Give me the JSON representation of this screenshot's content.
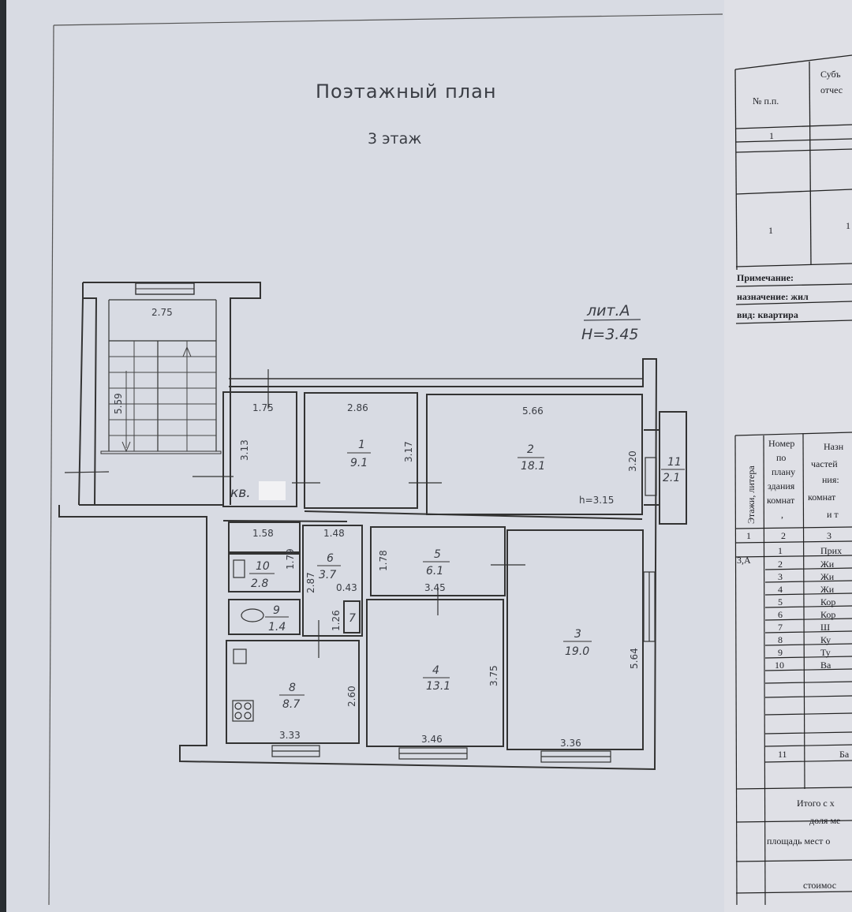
{
  "plan": {
    "title": "Поэтажный план",
    "floor": "3 этаж",
    "litera": "лит.А",
    "height": "Н=3.45",
    "apartment_label": "кв.",
    "room_height_note": "h=3.15"
  },
  "dimensions": {
    "stair_width": "2.75",
    "stair_length": "5.59",
    "hall_w": "1.75",
    "hall_h": "3.13",
    "r1_w": "2.86",
    "r1_h": "3.17",
    "r2_w": "5.66",
    "r2_h": "3.20",
    "store_w": "1.58",
    "store_h": "1.79",
    "corr_w": "1.48",
    "corr_h": "2.87",
    "corr_small": "0.43",
    "r5_h": "1.78",
    "r5_w": "3.45",
    "wc_h": "1.26",
    "r4_h": "3.75",
    "r3_h": "5.64",
    "r8_h": "2.60",
    "r8_w": "3.33",
    "r4_w": "3.46",
    "r3_w": "3.36"
  },
  "rooms": {
    "r1": {
      "num": "1",
      "area": "9.1"
    },
    "r2": {
      "num": "2",
      "area": "18.1"
    },
    "r3": {
      "num": "3",
      "area": "19.0"
    },
    "r4": {
      "num": "4",
      "area": "13.1"
    },
    "r5": {
      "num": "5",
      "area": "6.1"
    },
    "r6": {
      "num": "6",
      "area": "3.7"
    },
    "r7": {
      "num": "7"
    },
    "r8": {
      "num": "8",
      "area": "8.7"
    },
    "r9": {
      "num": "9",
      "area": "1.4"
    },
    "r10": {
      "num": "10",
      "area": "2.8"
    },
    "r11": {
      "num": "11",
      "area": "2.1"
    }
  },
  "right_page": {
    "col_num": "№ п.п.",
    "col_subj_1": "Субъ",
    "col_subj_2": "отчес",
    "row_1": "1",
    "row_val": "1",
    "row_val2": "1",
    "note": "Примечание:",
    "purpose": "назначение: жил",
    "type": "вид: квартира",
    "table2": {
      "vert_header": "Этажи, литера",
      "h_num": [
        "Номер",
        "по",
        "плану",
        "здания",
        "комнат",
        ","
      ],
      "h_name": [
        "Назн",
        "частей",
        "ния:",
        "комнат",
        "и т"
      ],
      "col_idx": [
        "1",
        "2",
        "3"
      ],
      "floor_lit": "3,А",
      "rows": [
        {
          "n": "1",
          "name": "Прих"
        },
        {
          "n": "2",
          "name": "Жи"
        },
        {
          "n": "3",
          "name": "Жи"
        },
        {
          "n": "4",
          "name": "Жи"
        },
        {
          "n": "5",
          "name": "Кор"
        },
        {
          "n": "6",
          "name": "Кор"
        },
        {
          "n": "7",
          "name": "Ш"
        },
        {
          "n": "8",
          "name": "Ку"
        },
        {
          "n": "9",
          "name": "Ту"
        },
        {
          "n": "10",
          "name": "Ва"
        }
      ],
      "row11_n": "11",
      "row11_name": "Ба",
      "total_1": "Итого с х",
      "total_2": "доля ме",
      "total_3": "площадь мест о",
      "total_4": "стоимос"
    }
  }
}
